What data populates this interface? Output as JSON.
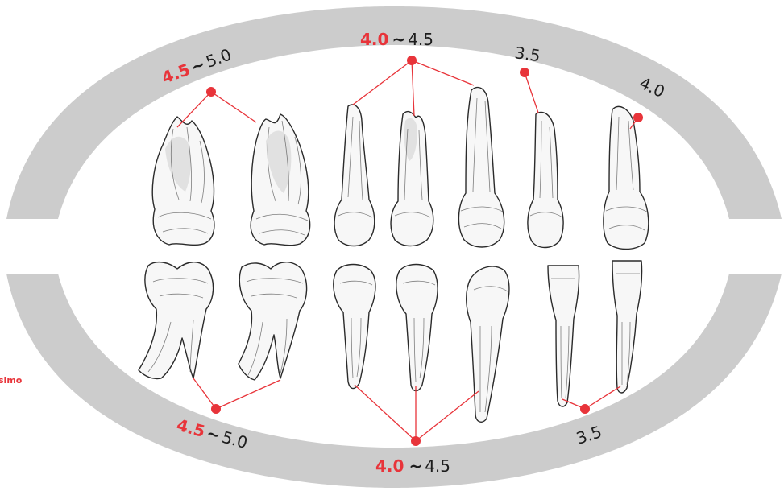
{
  "labels": {
    "upper_molar": {
      "highlight": "4.5",
      "separator": "~",
      "rest": "5.0"
    },
    "upper_premolar_canine": {
      "highlight": "4.0",
      "separator": "~",
      "rest": "4.5"
    },
    "upper_lateral": {
      "text": "3.5"
    },
    "upper_central": {
      "text": "4.0"
    },
    "lower_molar": {
      "highlight": "4.5",
      "separator": "~",
      "rest": "5.0"
    },
    "lower_premolar_canine": {
      "highlight": "4.0",
      "separator": "~",
      "rest": "4.5"
    },
    "lower_incisor": {
      "text": "3.5"
    }
  },
  "side_caption": "simo",
  "icons": {
    "upper_row": [
      "upper-molar-1-icon",
      "upper-molar-2-icon",
      "upper-premolar-1-icon",
      "upper-premolar-2-icon",
      "upper-canine-icon",
      "upper-lateral-incisor-icon",
      "upper-central-incisor-icon"
    ],
    "lower_row": [
      "lower-molar-1-icon",
      "lower-molar-2-icon",
      "lower-premolar-1-icon",
      "lower-premolar-2-icon",
      "lower-canine-icon",
      "lower-lateral-incisor-icon",
      "lower-central-incisor-icon"
    ]
  },
  "colors": {
    "accent": "#e8343a",
    "arch": "#cccccc",
    "text": "#1d1d1d"
  }
}
